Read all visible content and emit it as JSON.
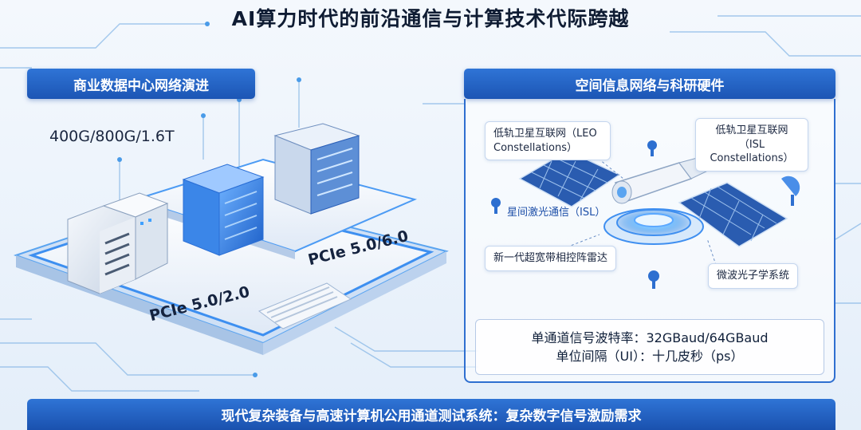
{
  "title": "AI算力时代的前沿通信与计算技术代际跨越",
  "left_panel": {
    "heading": "商业数据中心网络演进",
    "speeds": "400G/800G/1.6T",
    "pcie_upper": "PCIe 5.0/6.0",
    "pcie_lower": "PCIe 5.0/2.0"
  },
  "right_panel": {
    "heading": "空间信息网络与科研硬件",
    "leo_label": "低轨卫星互联网（LEO Constellations）",
    "isl_label": "低轨卫星互联网（ISL Constellations）",
    "laser_label": "星间激光通信（ISL）",
    "radar_label": "新一代超宽带相控阵雷达",
    "microwave_label": "微波光子学系统",
    "baud_rate": "单通道信号波特率：32GBaud/64GBaud",
    "unit_interval": "单位间隔（UI）：十几皮秒（ps）"
  },
  "footer": "现代复杂装备与高速计算机公用通道测试系统：复杂数字信号激励需求",
  "colors": {
    "accent": "#1f5fc4",
    "glow": "#39a0ff",
    "background": "#eef4fb"
  }
}
